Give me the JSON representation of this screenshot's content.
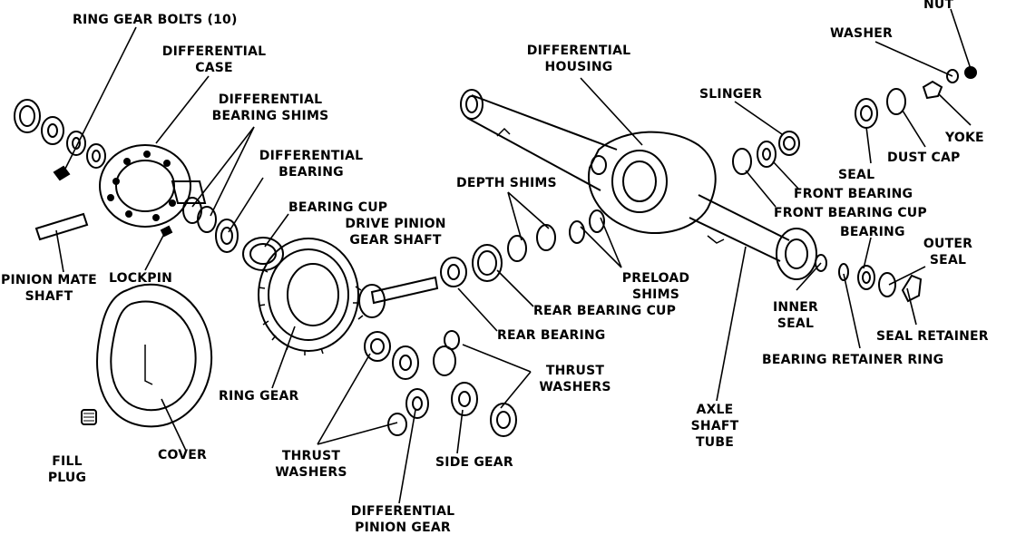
{
  "colors": {
    "ink": "#000000",
    "paper": "#ffffff",
    "shade": "#333333"
  },
  "labels": {
    "ring_gear_bolts": "RING GEAR BOLTS (10)",
    "differential_case": [
      "DIFFERENTIAL",
      "CASE"
    ],
    "differential_bearing_shims": [
      "DIFFERENTIAL",
      "BEARING SHIMS"
    ],
    "differential_bearing": [
      "DIFFERENTIAL",
      "BEARING"
    ],
    "bearing_cup": "BEARING CUP",
    "drive_pinion_gear_shaft": [
      "DRIVE PINION",
      "GEAR SHAFT"
    ],
    "pinion_mate_shaft": [
      "PINION MATE",
      "SHAFT"
    ],
    "lockpin": "LOCKPIN",
    "ring_gear": "RING GEAR",
    "fill_plug": [
      "FILL",
      "PLUG"
    ],
    "cover": "COVER",
    "thrust_washers_left": [
      "THRUST",
      "WASHERS"
    ],
    "differential_pinion_gear": [
      "DIFFERENTIAL",
      "PINION GEAR"
    ],
    "side_gear": "SIDE GEAR",
    "thrust_washers_right": [
      "THRUST",
      "WASHERS"
    ],
    "rear_bearing": "REAR BEARING",
    "rear_bearing_cup": "REAR BEARING CUP",
    "depth_shims": "DEPTH SHIMS",
    "preload_shims": [
      "PRELOAD",
      "SHIMS"
    ],
    "differential_housing": [
      "DIFFERENTIAL",
      "HOUSING"
    ],
    "slinger": "SLINGER",
    "washer": "WASHER",
    "nut": "NUT",
    "yoke": "YOKE",
    "dust_cap": "DUST CAP",
    "seal": "SEAL",
    "front_bearing": "FRONT BEARING",
    "front_bearing_cup": "FRONT BEARING CUP",
    "bearing": "BEARING",
    "outer_seal": [
      "OUTER",
      "SEAL"
    ],
    "inner_seal": [
      "INNER",
      "SEAL"
    ],
    "seal_retainer": "SEAL RETAINER",
    "bearing_retainer_ring": "BEARING RETAINER RING",
    "axle_shaft_tube": [
      "AXLE",
      "SHAFT",
      "TUBE"
    ]
  }
}
